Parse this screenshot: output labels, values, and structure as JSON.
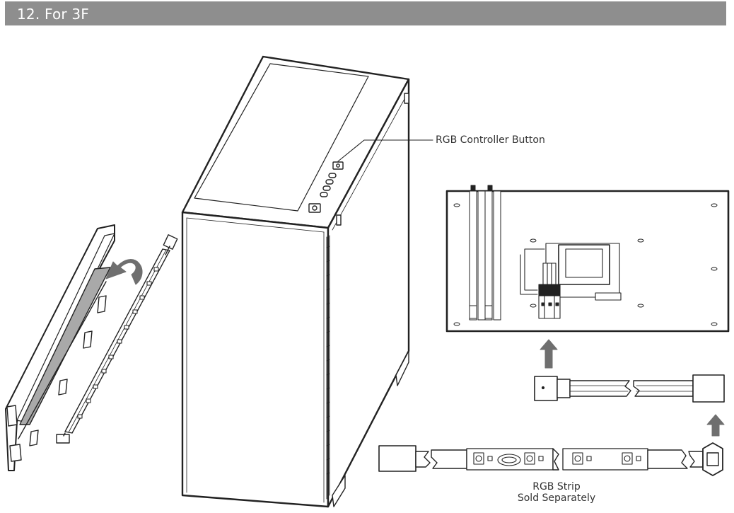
{
  "header": {
    "title": "12. For 3F",
    "background_color": "#8e8e8e",
    "text_color": "#ffffff"
  },
  "callouts": {
    "controller_button": "RGB Controller Button"
  },
  "rgb_strip": {
    "line1": "RGB Strip",
    "line2": "Sold Separately"
  },
  "colors": {
    "line": "#222222",
    "panel_fill": "#a9a9a9",
    "arrow": "#6f6f6f"
  },
  "icons": [
    "curved-arrow-icon",
    "up-arrow-icon",
    "power-icon",
    "rgb-button-icon"
  ]
}
